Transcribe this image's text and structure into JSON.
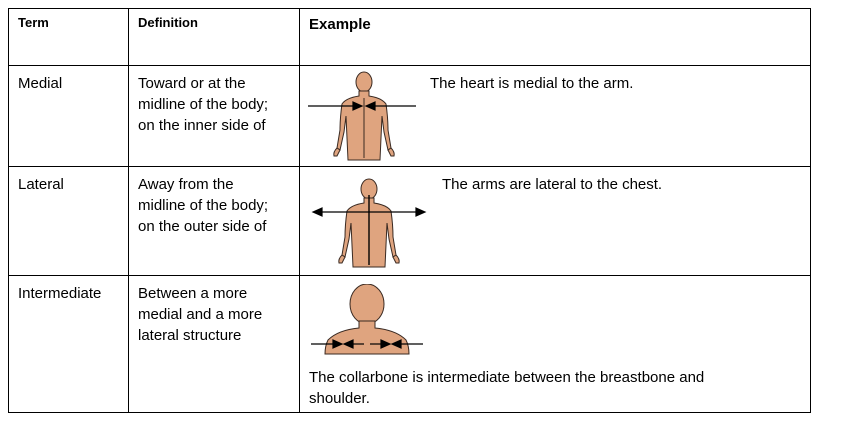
{
  "table": {
    "headers": {
      "term": "Term",
      "definition": "Definition",
      "example": "Example"
    },
    "rows": [
      {
        "term": "Medial",
        "definition": [
          "Toward or at the",
          "midline of the body;",
          "on the inner side of"
        ],
        "example_caption": "The heart is medial to the arm.",
        "illustration": "upper-body-figure-arrows-pointing-inward-icon"
      },
      {
        "term": "Lateral",
        "definition": [
          "Away from the",
          "midline of the body;",
          "on the outer side of"
        ],
        "example_caption": "The arms are lateral to the chest.",
        "illustration": "upper-body-figure-arrows-pointing-outward-icon"
      },
      {
        "term": "Intermediate",
        "definition": [
          "Between a more",
          "medial and a more",
          "lateral structure"
        ],
        "example_caption": [
          "The collarbone is intermediate between the breastbone and",
          "shoulder."
        ],
        "illustration": "head-shoulders-figure-arrows-icon"
      }
    ]
  },
  "colors": {
    "skin": "#dfa47f",
    "outline": "#3a2a22",
    "border": "#000000"
  }
}
